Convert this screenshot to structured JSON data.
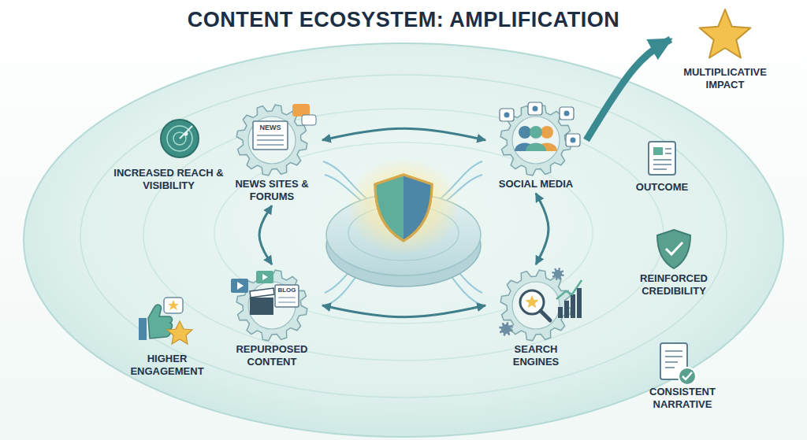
{
  "diagram": {
    "title": "CONTENT ECOSYSTEM: AMPLIFICATION",
    "nodes": [
      {
        "text": [
          "NEWS SITES & FORUMS"
        ]
      },
      {
        "text": [
          "SOCIAL MEDIA"
        ]
      },
      {
        "text": [
          "MULTIPLICATIVE IMPACT"
        ]
      },
      {
        "text": [
          "REPURPOSED CONTENT"
        ]
      },
      {
        "text": [
          "SEARCH ENGINES"
        ]
      }
    ],
    "edges": [
      {
        "from": 0,
        "to": 1,
        "arrow": "both"
      },
      {
        "from": 1,
        "to": 4,
        "arrow": "both"
      },
      {
        "from": 4,
        "to": 3,
        "arrow": "both"
      },
      {
        "from": 3,
        "to": 0,
        "arrow": "both"
      },
      {
        "from": 1,
        "to": 2,
        "arrow": "to"
      }
    ],
    "labels": [
      "INCREASED REACH & VISIBILITY",
      "NEWS",
      "OUTCOME",
      "REINFORCED CREDIBILITY",
      "BLOG",
      "HIGHER ENGAGEMENT",
      "CONSISTENT NARRATIVE"
    ]
  }
}
